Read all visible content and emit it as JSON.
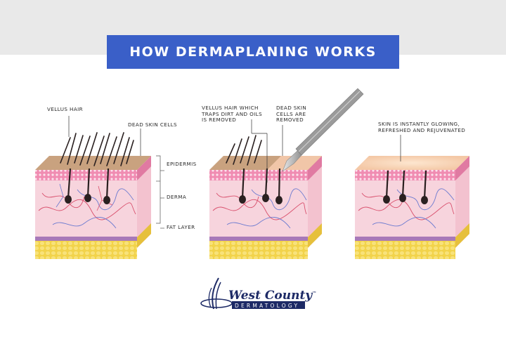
{
  "title": "HOW DERMAPLANING WORKS",
  "labels": {
    "vellus_hair": "VELLUS HAIR",
    "dead_skin_cells": "DEAD SKIN CELLS",
    "epidermis": "EPIDERMIS",
    "derma": "DERMA",
    "fat_layer": "FAT LAYER",
    "vellus_removed": [
      "VELLUS HAIR WHICH",
      "TRAPS DIRT AND OILS",
      "IS REMOVED"
    ],
    "dead_removed": [
      "DEAD SKIN",
      "CELLS ARE",
      "REMOVED"
    ],
    "glowing": [
      "SKIN IS INSTANTLY GLOWING,",
      "REFRESHED AND REJUVENATED"
    ]
  },
  "logo": {
    "name": "West County",
    "sub": "DERMATOLOGY",
    "tm": "™"
  },
  "colors": {
    "banner": "#3a5fc8",
    "dead_skin": "#c9a27f",
    "epidermis": "#f08cb2",
    "derma": "#f7d4dd",
    "fat": "#f2d34a",
    "hair": "#2a2020",
    "logo": "#1d2a66"
  }
}
